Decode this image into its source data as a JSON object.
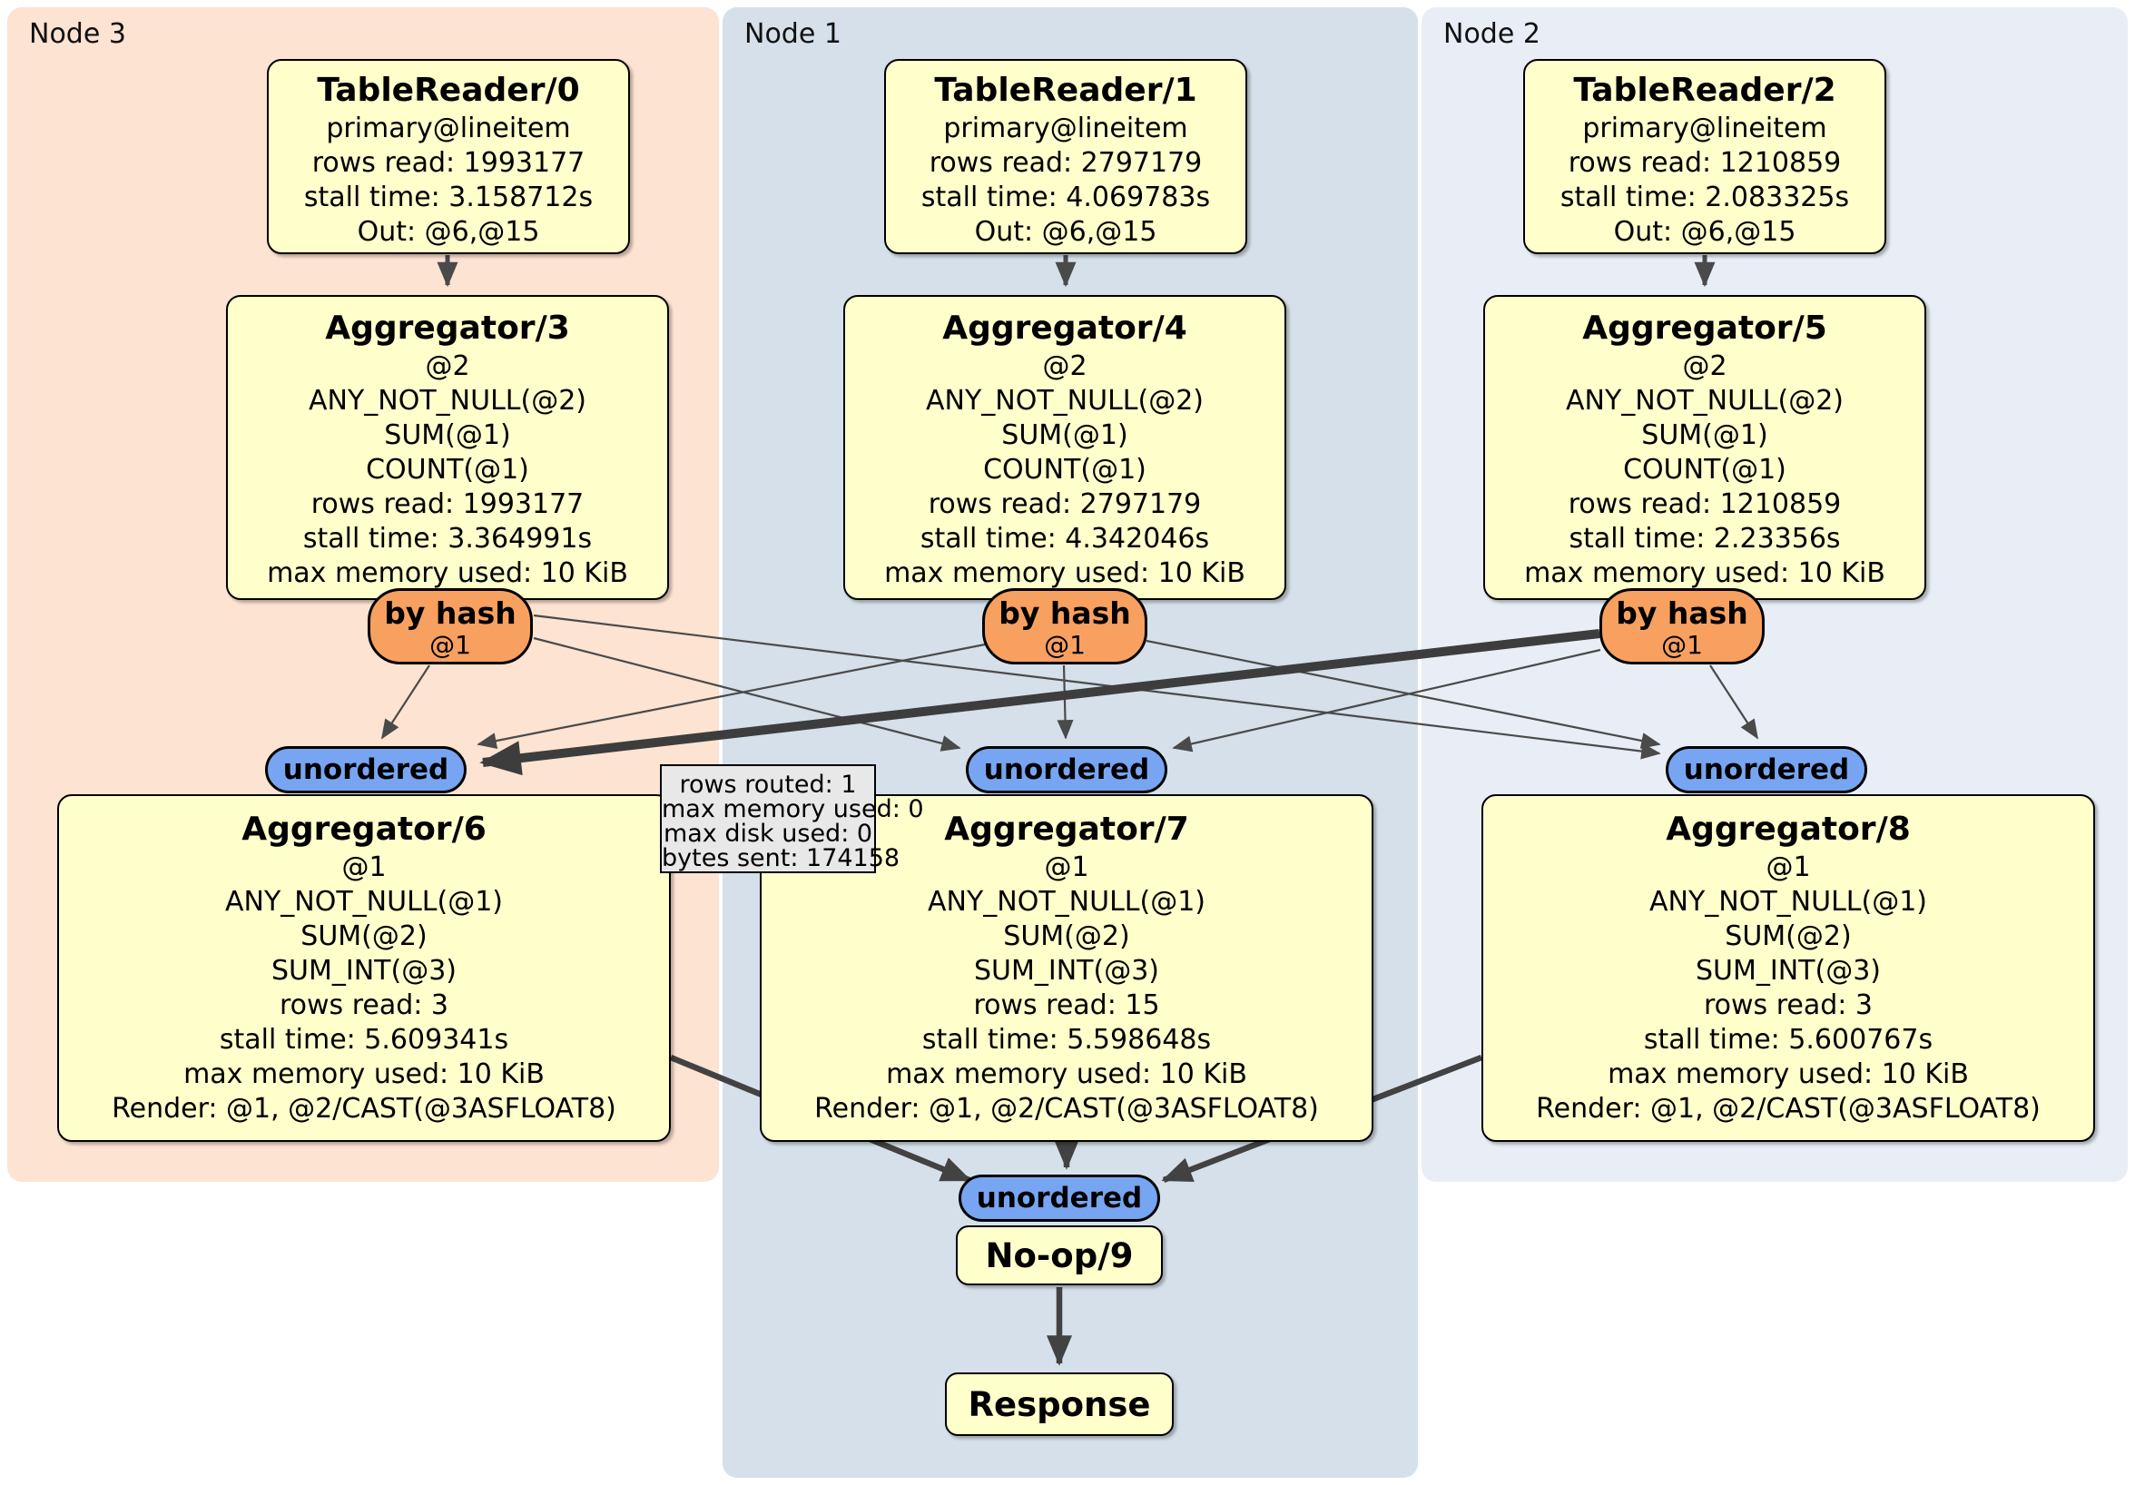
{
  "regions": {
    "node3": {
      "label": "Node 3"
    },
    "node1": {
      "label": "Node 1"
    },
    "node2": {
      "label": "Node 2"
    }
  },
  "boxes": {
    "tr0": {
      "title": "TableReader/0",
      "lines": [
        "primary@lineitem",
        "rows read: 1993177",
        "stall time: 3.158712s",
        "Out: @6,@15"
      ]
    },
    "tr1": {
      "title": "TableReader/1",
      "lines": [
        "primary@lineitem",
        "rows read: 2797179",
        "stall time: 4.069783s",
        "Out: @6,@15"
      ]
    },
    "tr2": {
      "title": "TableReader/2",
      "lines": [
        "primary@lineitem",
        "rows read: 1210859",
        "stall time: 2.083325s",
        "Out: @6,@15"
      ]
    },
    "agg3": {
      "title": "Aggregator/3",
      "lines": [
        "@2",
        "ANY_NOT_NULL(@2)",
        "SUM(@1)",
        "COUNT(@1)",
        "rows read: 1993177",
        "stall time: 3.364991s",
        "max memory used: 10 KiB"
      ]
    },
    "agg4": {
      "title": "Aggregator/4",
      "lines": [
        "@2",
        "ANY_NOT_NULL(@2)",
        "SUM(@1)",
        "COUNT(@1)",
        "rows read: 2797179",
        "stall time: 4.342046s",
        "max memory used: 10 KiB"
      ]
    },
    "agg5": {
      "title": "Aggregator/5",
      "lines": [
        "@2",
        "ANY_NOT_NULL(@2)",
        "SUM(@1)",
        "COUNT(@1)",
        "rows read: 1210859",
        "stall time: 2.23356s",
        "max memory used: 10 KiB"
      ]
    },
    "agg6": {
      "title": "Aggregator/6",
      "lines": [
        "@1",
        "ANY_NOT_NULL(@1)",
        "SUM(@2)",
        "SUM_INT(@3)",
        "rows read: 3",
        "stall time: 5.609341s",
        "max memory used: 10 KiB",
        "Render: @1, @2/CAST(@3ASFLOAT8)"
      ]
    },
    "agg7": {
      "title": "Aggregator/7",
      "lines": [
        "@1",
        "ANY_NOT_NULL(@1)",
        "SUM(@2)",
        "SUM_INT(@3)",
        "rows read: 15",
        "stall time: 5.598648s",
        "max memory used: 10 KiB",
        "Render: @1, @2/CAST(@3ASFLOAT8)"
      ]
    },
    "agg8": {
      "title": "Aggregator/8",
      "lines": [
        "@1",
        "ANY_NOT_NULL(@1)",
        "SUM(@2)",
        "SUM_INT(@3)",
        "rows read: 3",
        "stall time: 5.600767s",
        "max memory used: 10 KiB",
        "Render: @1, @2/CAST(@3ASFLOAT8)"
      ]
    },
    "noop": {
      "title": "No-op/9"
    },
    "response": {
      "title": "Response"
    }
  },
  "routers": {
    "left": {
      "label": "by hash",
      "hash_key": "@1"
    },
    "center": {
      "label": "by hash",
      "hash_key": "@1"
    },
    "right": {
      "label": "by hash",
      "hash_key": "@1"
    }
  },
  "syncs": {
    "left": {
      "label": "unordered"
    },
    "center": {
      "label": "unordered"
    },
    "right": {
      "label": "unordered"
    },
    "final": {
      "label": "unordered"
    }
  },
  "tooltip": {
    "lines": [
      "rows routed: 1",
      "max memory used: 0",
      "max disk used: 0",
      "bytes sent: 174158"
    ]
  },
  "colors": {
    "node3_bg": "#fde3d2",
    "node1_bg": "#d5e0ea",
    "node2_bg": "#e9edf6",
    "box_fill": "#ffffcc",
    "router_fill": "#f7a060",
    "sync_fill": "#77a5f1",
    "edge": "#4a4a4a",
    "highlight_edge": "#3d3d3d",
    "tooltip_bg": "#e8e8e8",
    "border": "#000000"
  }
}
